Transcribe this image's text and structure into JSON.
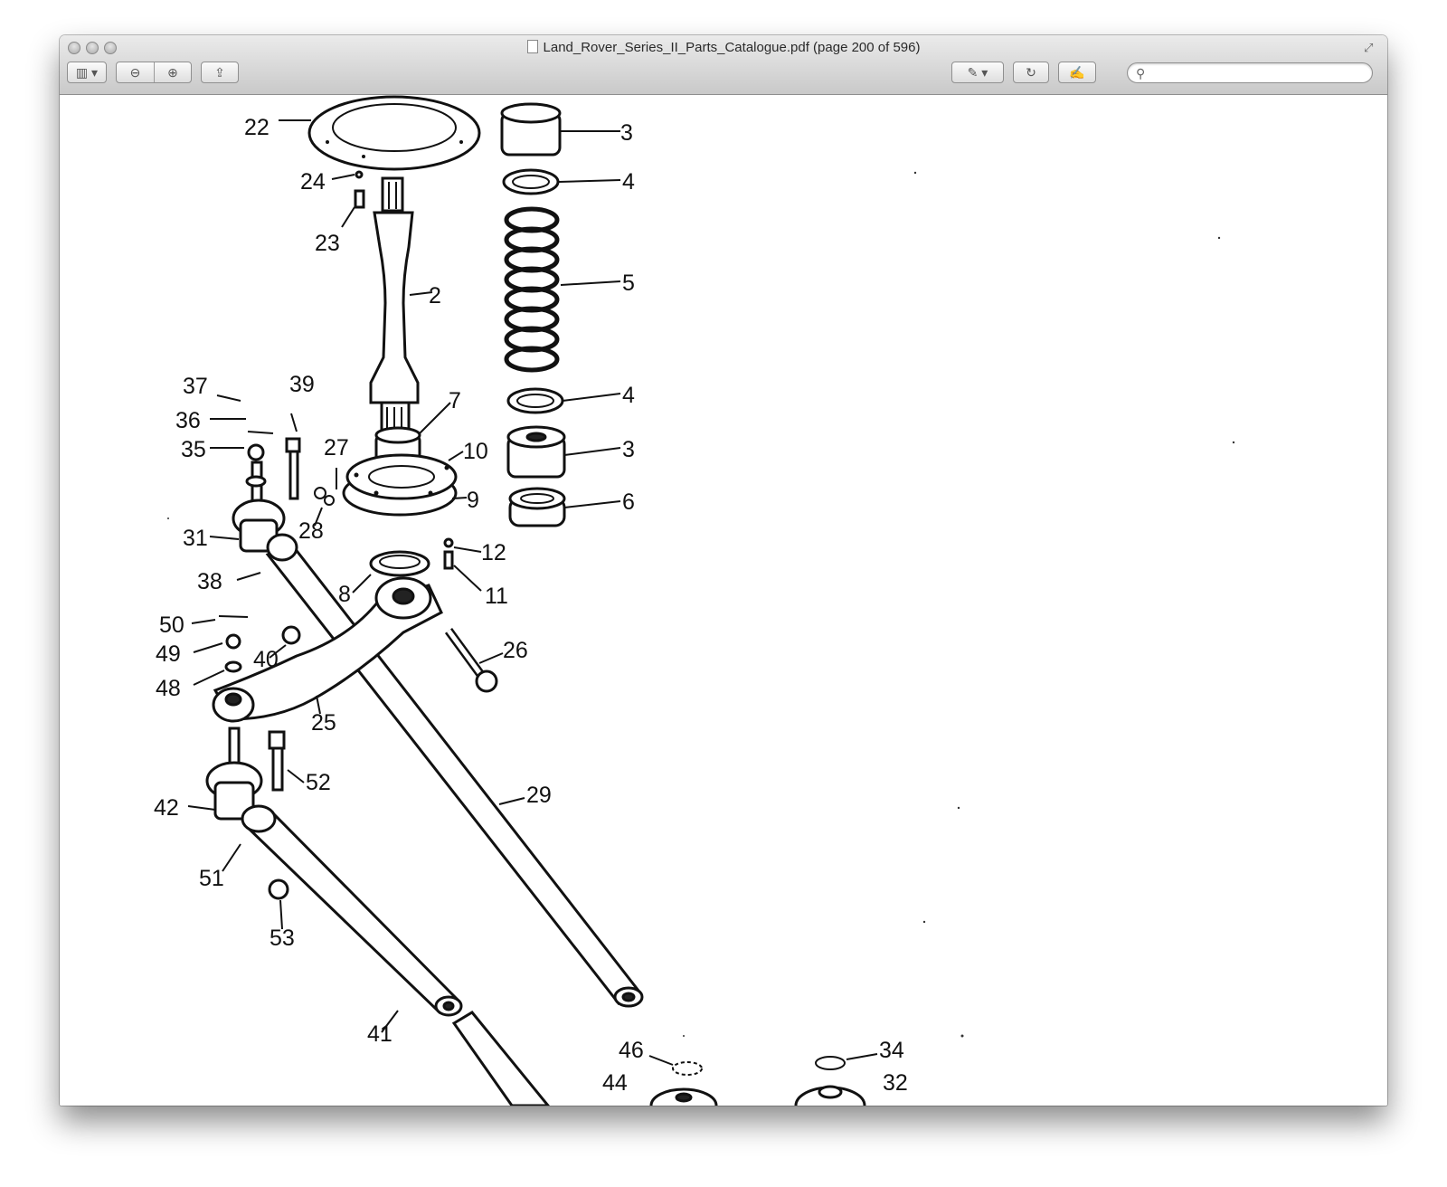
{
  "window": {
    "title": "Land_Rover_Series_II_Parts_Catalogue.pdf (page 200 of 596)"
  },
  "toolbar": {
    "sidebar_label": "▥ ▾",
    "zoom_out_label": "⊖",
    "zoom_in_label": "⊕",
    "share_label": "⇪",
    "annotate_label": "✎ ▾",
    "rotate_label": "↻",
    "edit_label": "✍",
    "search": {
      "placeholder": "",
      "value": ""
    }
  },
  "diagram": {
    "labels": {
      "l22": "22",
      "l24": "24",
      "l23": "23",
      "l2": "2",
      "l3a": "3",
      "l4a": "4",
      "l5": "5",
      "l4b": "4",
      "l3b": "3",
      "l6": "6",
      "l7": "7",
      "l10": "10",
      "l9": "9",
      "l27": "27",
      "l28": "28",
      "l12": "12",
      "l11": "11",
      "l8": "8",
      "l37": "37",
      "l39": "39",
      "l36": "36",
      "l35": "35",
      "l31": "31",
      "l38": "38",
      "l50": "50",
      "l49": "49",
      "l40": "40",
      "l48": "48",
      "l26": "26",
      "l25": "25",
      "l52": "52",
      "l42": "42",
      "l29": "29",
      "l51": "51",
      "l53": "53",
      "l41": "41",
      "l46": "46",
      "l34": "34",
      "l44": "44",
      "l32": "32"
    }
  }
}
